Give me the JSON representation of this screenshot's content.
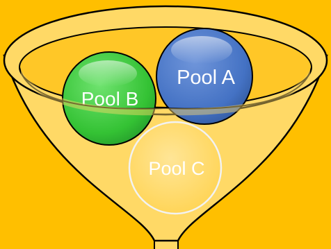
{
  "diagram": {
    "background_color": "#FFBF00",
    "funnel_color": "#FFD966",
    "pools": [
      {
        "id": "a",
        "label": "Pool A",
        "color": "#4472C4"
      },
      {
        "id": "b",
        "label": "Pool B",
        "color": "#3FC63F"
      },
      {
        "id": "c",
        "label": "Pool C",
        "color": "#FFD966"
      }
    ]
  }
}
